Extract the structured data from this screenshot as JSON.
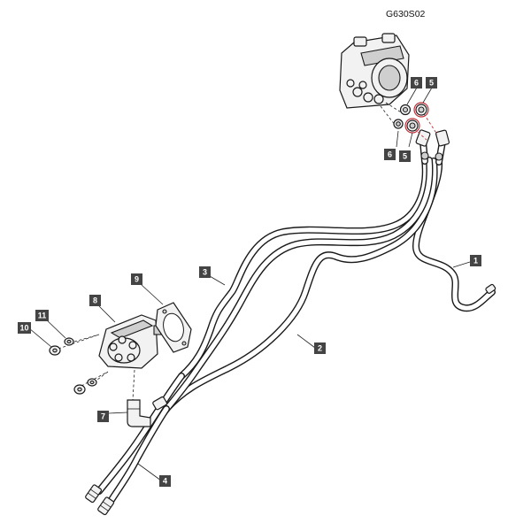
{
  "figure_code": "G630S02",
  "callouts": {
    "c1": "1",
    "c2": "2",
    "c3": "3",
    "c4": "4",
    "c5a": "5",
    "c5b": "5",
    "c6a": "6",
    "c6b": "6",
    "c7": "7",
    "c8": "8",
    "c9": "9",
    "c10": "10",
    "c11": "11"
  },
  "colors": {
    "callout_background": "#444444",
    "callout_text": "#ffffff",
    "highlight": "#c0303a",
    "line": "#1a1a1a"
  }
}
